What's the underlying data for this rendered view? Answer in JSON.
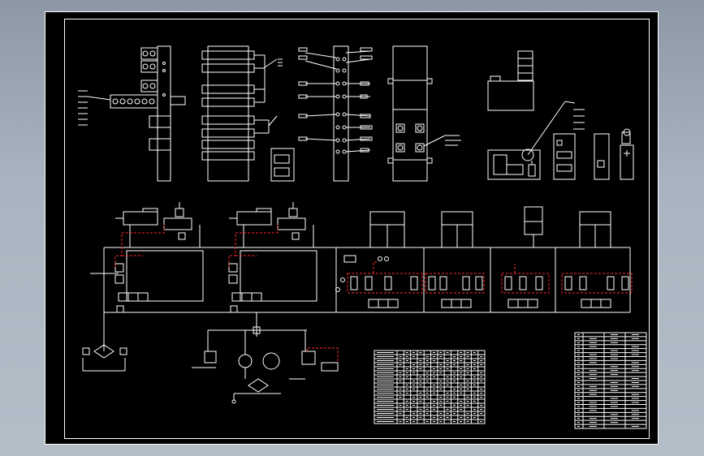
{
  "drawing": {
    "background": "#000000",
    "line_color": "#ffffff",
    "pilot_line_color": "#ff2a2a",
    "view_background": "#9aa6b4"
  },
  "tables": {
    "valve_table": {
      "rows": 18,
      "cols": 14
    },
    "title_block": {
      "rows": 24,
      "cols": 4
    }
  }
}
